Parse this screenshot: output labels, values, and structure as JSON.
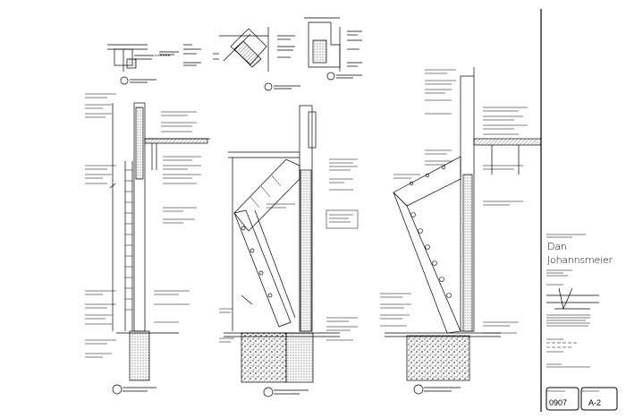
{
  "title_block": {
    "client_first": "Dan",
    "client_last": "Johannsmeier",
    "project_number": "0907",
    "sheet_number": "A-2"
  }
}
